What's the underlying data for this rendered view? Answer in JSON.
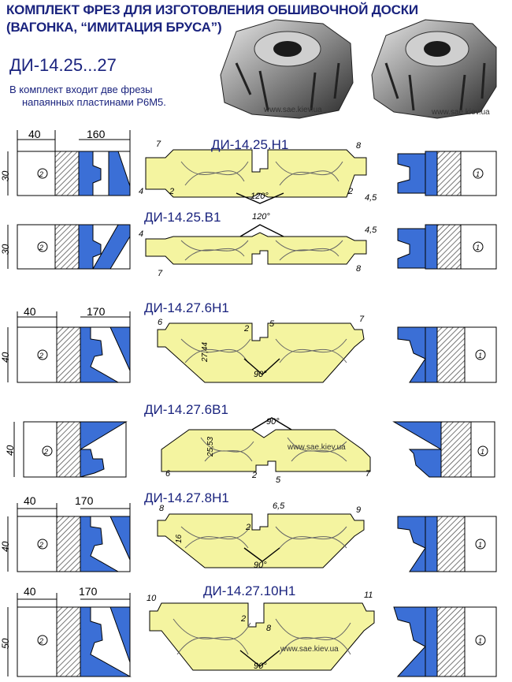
{
  "header": {
    "title_line1": "КОМПЛЕКТ ФРЕЗ ДЛЯ ИЗГОТОВЛЕНИЯ ОБШИВОЧНОЙ ДОСКИ",
    "title_line2": "(ВАГОНКА, “ИМИТАЦИЯ БРУСА”)",
    "kit_code": "ДИ-14.25...27",
    "note_line1": "В комплект входит две фрезы",
    "note_line2": "напаянных пластинами Р6М5.",
    "watermark": "www.sae.kiev.ua"
  },
  "sections": [
    {
      "name": "ДИ-14.25.Н1",
      "left_width": "40",
      "left_height_total": "160",
      "height": "30",
      "left_index": "2",
      "right_index": "1",
      "dims": [
        "7",
        "8",
        "4",
        "2",
        "2",
        "4,5",
        "120°"
      ]
    },
    {
      "name": "ДИ-14.25.В1",
      "height": "30",
      "left_index": "2",
      "right_index": "1",
      "dims": [
        "120°",
        "4",
        "4,5",
        "7",
        "8"
      ]
    },
    {
      "name": "ДИ-14.27.6Н1",
      "left_width": "40",
      "left_height_total": "170",
      "height": "40",
      "left_index": "2",
      "right_index": "1",
      "dims": [
        "6",
        "2",
        "5",
        "7",
        "27,44",
        "90°"
      ]
    },
    {
      "name": "ДИ-14.27.6В1",
      "height": "40",
      "left_index": "2",
      "right_index": "1",
      "dims": [
        "90°",
        "25,53",
        "6",
        "2",
        "5",
        "7"
      ]
    },
    {
      "name": "ДИ-14.27.8Н1",
      "left_width": "40",
      "left_height_total": "170",
      "height": "40",
      "left_index": "2",
      "right_index": "1",
      "dims": [
        "8",
        "6,5",
        "9",
        "16",
        "2",
        "90°"
      ]
    },
    {
      "name": "ДИ-14.27.10Н1",
      "left_width": "40",
      "left_height_total": "170",
      "height": "50",
      "left_index": "2",
      "right_index": "1",
      "dims": [
        "10",
        "11",
        "2",
        "8",
        "90°"
      ]
    }
  ],
  "colors": {
    "board": "#f4f4a0",
    "cutter_blue": "#3b6fd6",
    "title": "#1a237e",
    "line": "#000000"
  }
}
